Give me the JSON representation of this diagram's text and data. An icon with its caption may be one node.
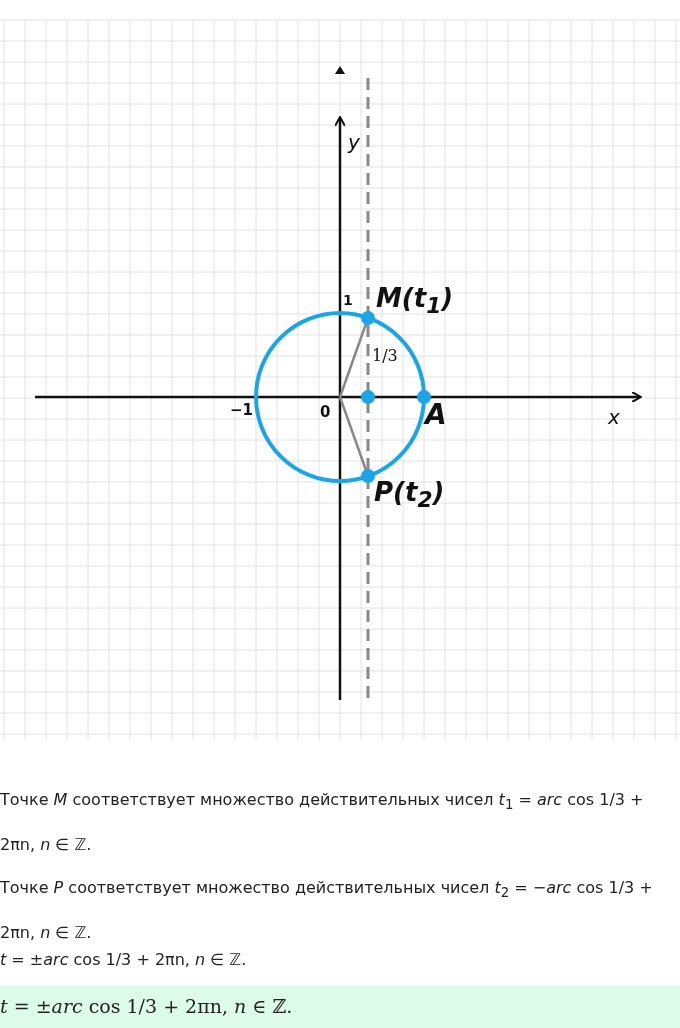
{
  "diagram": {
    "labels": [
      "y",
      "1",
      "M(*t*$_{1}$)",
      "1/3",
      "−1",
      "0",
      "A",
      "x",
      "P(*t*$_{2}$)",
      "Точке *M* соответствует множество действительных чисел *t*$_{1}$ = *arc* cos 1/3 + 2πn, *n* ∈ ℤ.",
      "Точке *P* соответствует множество действительных чисел *t*$_{2}$ = −*arc* cos 1/3 + 2πn, *n* ∈ ℤ.",
      "*t* = ±*arc* cos 1/3 + 2πn, *n* ∈ ℤ.",
      "*t* = ±*arc* cos 1/3 + 2πn, *n* ∈ ℤ."
    ]
  }
}
